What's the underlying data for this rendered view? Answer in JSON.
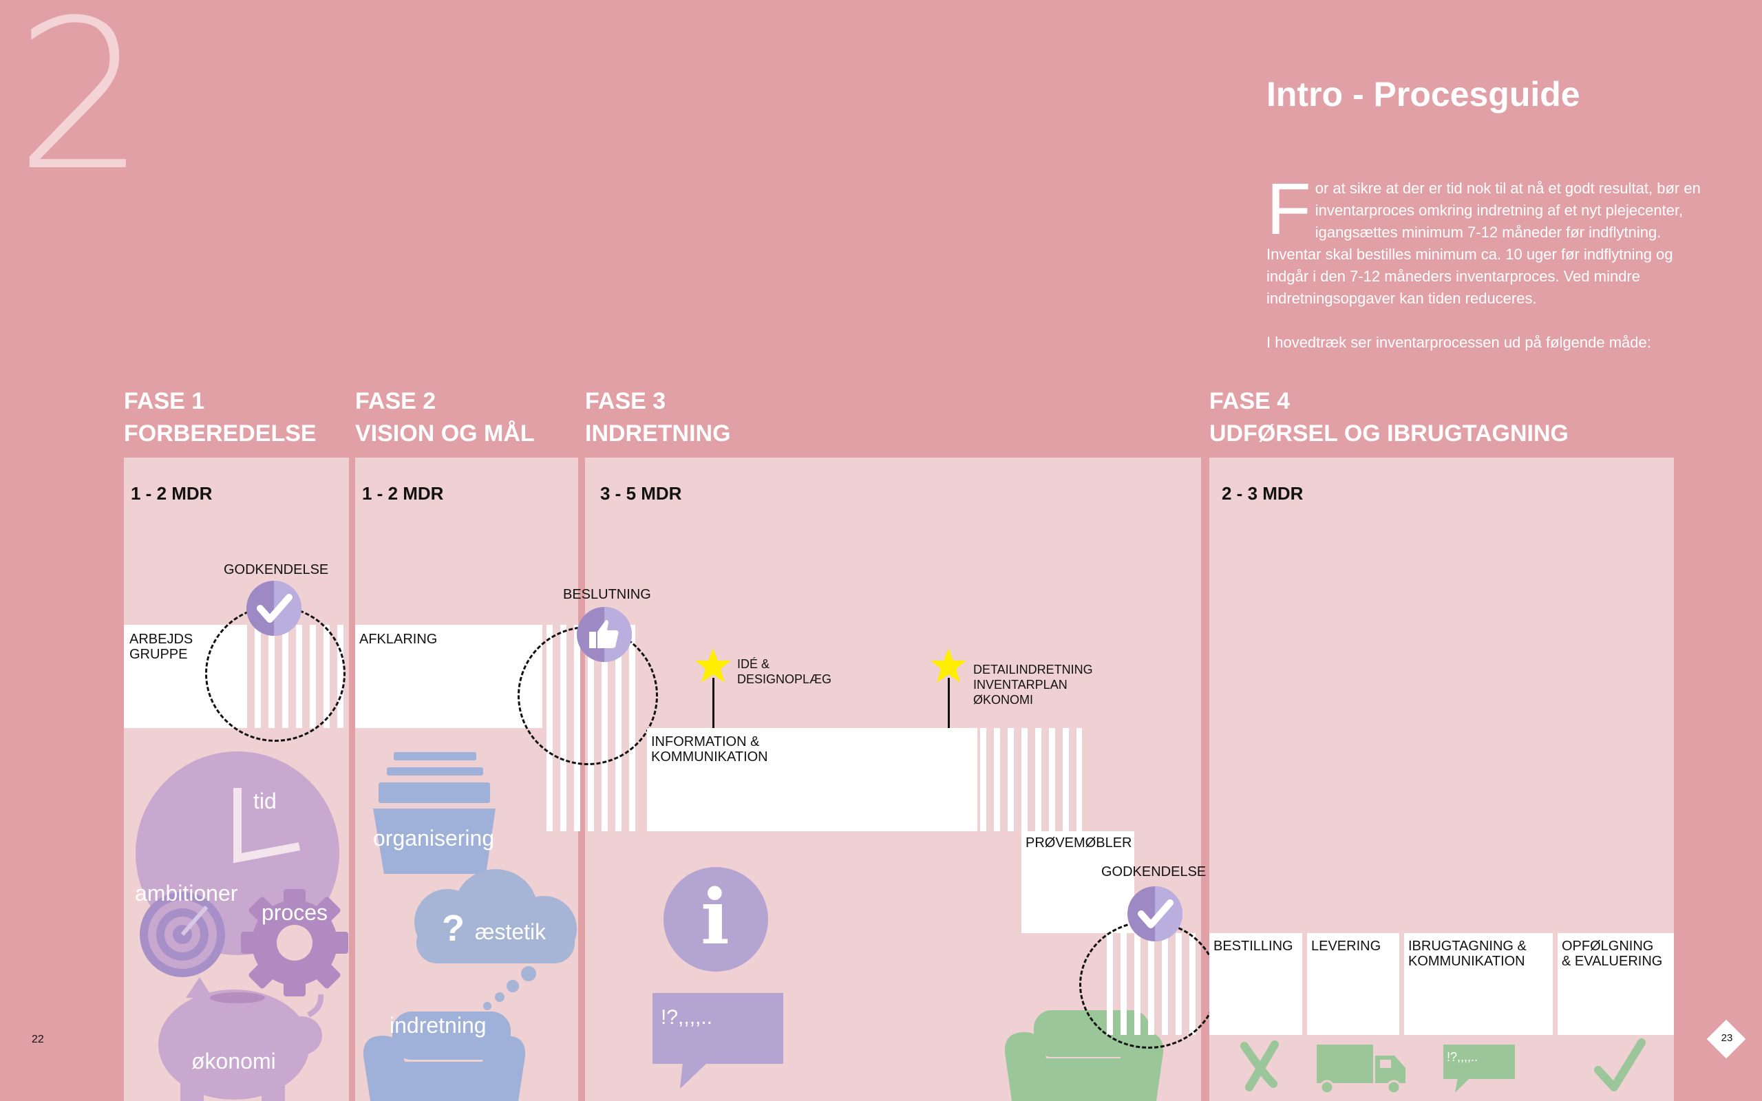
{
  "page": {
    "chapter_number": "2",
    "title": "Intro - Procesguide",
    "page_left": "22",
    "page_right": "23"
  },
  "intro": {
    "drop_cap": "F",
    "para1_rest": "or at sikre at der er tid nok til at nå et godt resultat, bør en inventarproces omkring indretning af et nyt plejecenter, igangsættes minimum 7-12 måneder før indflytning. Inventar skal bestilles minimum ca. 10 uger før indflytning og indgår i den 7-12 måneders inventarproces. Ved mindre indretningsopgaver kan tiden reduceres.",
    "para2": "I hovedtræk ser inventarprocessen ud på følgende måde:"
  },
  "phases": [
    {
      "line1": "FASE 1",
      "line2": "FORBEREDELSE",
      "duration": "1 - 2 MDR"
    },
    {
      "line1": "FASE 2",
      "line2": "VISION OG MÅL",
      "duration": "1 - 2 MDR"
    },
    {
      "line1": "FASE 3",
      "line2": "INDRETNING",
      "duration": "3 - 5 MDR"
    },
    {
      "line1": "FASE 4",
      "line2": "UDFØRSEL OG IBRUGTAGNING",
      "duration": "2 - 3 MDR"
    }
  ],
  "timeline": {
    "arbejdsgruppe_l1": "ARBEJDS",
    "arbejdsgruppe_l2": "GRUPPE",
    "godkendelse_1": "GODKENDELSE",
    "afklaring": "AFKLARING",
    "beslutning": "BESLUTNING",
    "ide_l1": "IDÉ &",
    "ide_l2": "DESIGNOPLÆG",
    "detail_l1": "DETAILINDRETNING",
    "detail_l2": "INVENTARPLAN",
    "detail_l3": "ØKONOMI",
    "info_l1": "INFORMATION &",
    "info_l2": "KOMMUNIKATION",
    "provemobler": "PRØVEMØBLER",
    "godkendelse_2": "GODKENDELSE",
    "bestilling": "BESTILLING",
    "levering": "LEVERING",
    "ibrug_l1": "IBRUGTAGNING &",
    "ibrug_l2": "KOMMUNIKATION",
    "opf_l1": "OPFØLGNING",
    "opf_l2": "& EVALUERING"
  },
  "icons": {
    "tid": "tid",
    "ambitioner": "ambitioner",
    "proces": "proces",
    "okonomi": "økonomi",
    "organisering": "organisering",
    "aestetik": "æstetik",
    "aestetik_q": "?",
    "indretning": "indretning",
    "info_i": "i",
    "speech_text": "!?,,,,..",
    "speech_text_small": "!?,,,,..",
    "icon_names": [
      "clock-icon",
      "target-icon",
      "gear-icon",
      "piggy-bank-icon",
      "stacked-trays-icon",
      "thought-cloud-icon",
      "sofa-icon",
      "info-icon",
      "speech-bubble-icon",
      "star-icon",
      "thumbs-up-icon",
      "checkmark-icon",
      "cross-icon",
      "truck-icon"
    ]
  },
  "colors": {
    "background": "#e0a0a6",
    "panel": "#efd0d3",
    "purple": "#b3a4d2",
    "purple_dark": "#9d89c4",
    "blue": "#9fb1d8",
    "green": "#9bc69a",
    "star": "#ffee00",
    "white": "#ffffff"
  }
}
